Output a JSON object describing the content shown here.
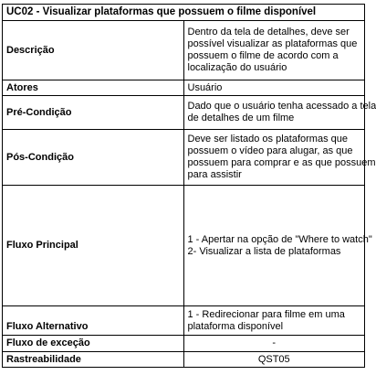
{
  "title": "UC02 - Visualizar plataformas que possuem o filme disponível",
  "rows": [
    {
      "label": "Descrição",
      "value_lines": [
        "Dentro da tela de detalhes, deve ser",
        "possível visualizar as plataformas que",
        "possuem o filme de acordo com a",
        "localização do usuário"
      ]
    },
    {
      "label": "Atores",
      "value_lines": [
        "Usuário"
      ]
    },
    {
      "label": "Pré-Condição",
      "value_lines": [
        "Dado que o usuário tenha acessado a tela",
        "de detalhes de um filme"
      ]
    },
    {
      "label": "Pós-Condição",
      "value_lines": [
        "Deve ser listado os plataformas que",
        "possuem o vídeo para alugar, as que",
        "possuem para comprar e as que possuem",
        "para assistir"
      ]
    },
    {
      "label": "Fluxo Principal",
      "value_lines": [
        "1 - Apertar na opção de \"Where to watch\"",
        "2- Visualizar a lista de plataformas"
      ]
    },
    {
      "label": "Fluxo Alternativo",
      "value_lines": [
        "1 - Redirecionar para filme em uma",
        "plataforma disponível"
      ]
    },
    {
      "label": "Fluxo de exceção",
      "value_lines": [
        "-"
      ]
    },
    {
      "label": "Rastreabilidade",
      "value_lines": [
        "QST05"
      ]
    }
  ]
}
